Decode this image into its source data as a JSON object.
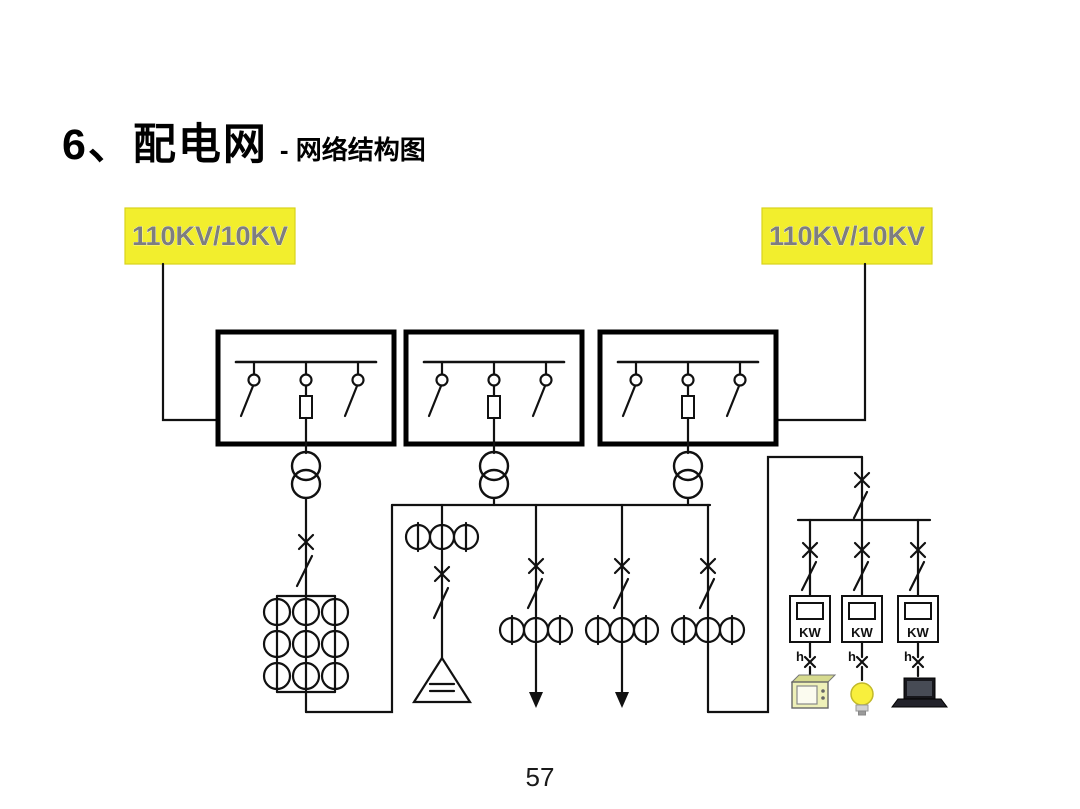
{
  "page": {
    "number": "57",
    "background": "#ffffff"
  },
  "title": {
    "main": "6、配电网",
    "sub": "- 网络结构图"
  },
  "diagram": {
    "substations": [
      {
        "label": "110KV/10KV"
      },
      {
        "label": "110KV/10KV"
      }
    ],
    "meters": [
      {
        "kw": "KW",
        "h": "h"
      },
      {
        "kw": "KW",
        "h": "h"
      },
      {
        "kw": "KW",
        "h": "h"
      }
    ],
    "load_icons": [
      "tv-appliance-icon",
      "light-bulb-icon",
      "laptop-icon"
    ],
    "colors": {
      "substation_fill": "#f2ee2d",
      "line": "#111111"
    }
  }
}
